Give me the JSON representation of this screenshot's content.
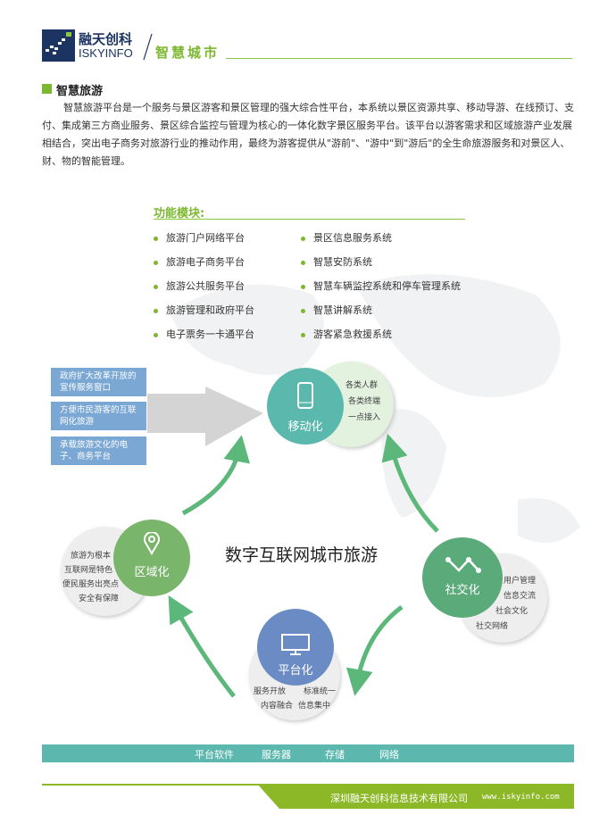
{
  "header": {
    "brand_cn": "融天创科",
    "brand_en": "ISKYINFO",
    "section": "智慧城市"
  },
  "intro": {
    "title": "智慧旅游",
    "text": "智慧旅游平台是一个服务与景区游客和景区管理的强大综合性平台，本系统以景区资源共享、移动导游、在线预订、支付、集成第三方商业服务、景区综合监控与管理为核心的一体化数字景区服务平台。该平台以游客需求和区域旅游产业发展相结合，突出电子商务对旅游行业的推动作用，最终为游客提供从\"游前\"、\"游中\"到\"游后\"的全生命旅游服务和对景区人、财、物的智能管理。"
  },
  "modules": {
    "title": "功能模块:",
    "left": [
      "旅游门户网络平台",
      "旅游电子商务平台",
      "旅游公共服务平台",
      "旅游管理和政府平台",
      "电子票务一卡通平台"
    ],
    "right": [
      "景区信息服务系统",
      "智慧安防系统",
      "智慧车辆监控系统和停车管理系统",
      "智慧讲解系统",
      "游客紧急救援系统"
    ]
  },
  "benefits": [
    "政府扩大改革开放的宣传服务窗口",
    "方便市民游客的互联网化旅游",
    "承载旅游文化的电子、商务平台"
  ],
  "diagram": {
    "center": "数字互联网城市旅游",
    "mobile": {
      "label": "移动化",
      "points": [
        "各类人群",
        "各类终端",
        "一点接入"
      ]
    },
    "regional": {
      "label": "区域化",
      "points": [
        "旅游为根本",
        "互联网是特色",
        "便民服务出亮点",
        "安全有保障"
      ]
    },
    "social": {
      "label": "社交化",
      "points": [
        "用户管理",
        "信息交流",
        "社会文化",
        "社交网络"
      ]
    },
    "platform": {
      "label": "平台化",
      "points": [
        "服务开放",
        "标准统一",
        "内容融合",
        "信息集中"
      ]
    }
  },
  "bar": [
    "平台软件",
    "服务器",
    "存储",
    "网络"
  ],
  "footer": {
    "company": "深圳融天创科信息技术有限公司",
    "url": "www.iskyinfo.com"
  },
  "colors": {
    "green": "#7cb82f",
    "teal": "#5cb8ae",
    "blue": "#7aa7d4"
  }
}
